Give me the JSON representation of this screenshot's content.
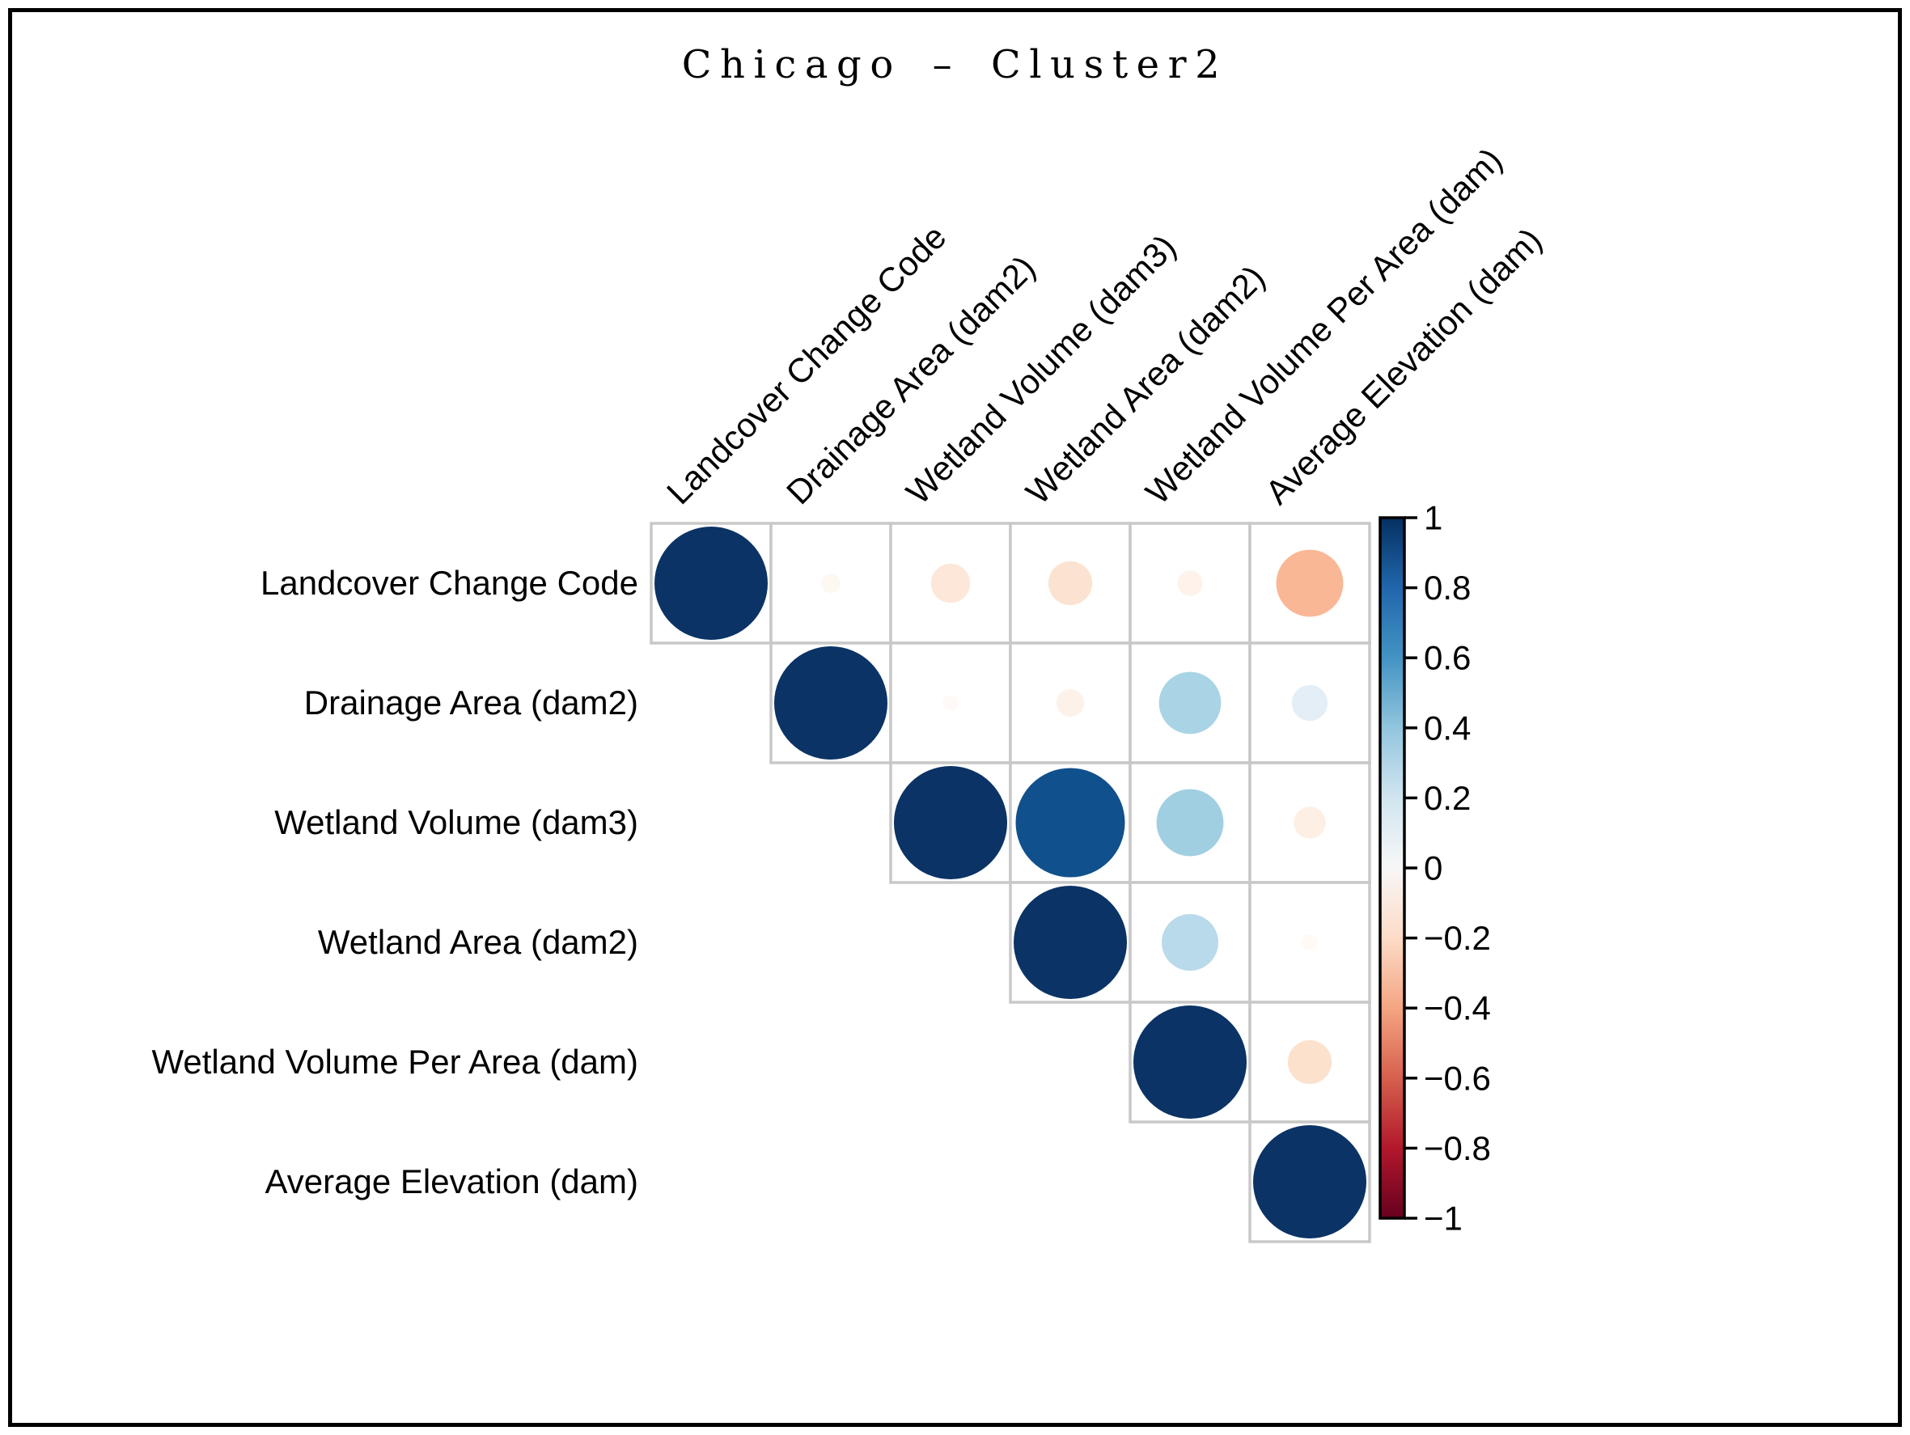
{
  "title": "Chicago – Cluster2",
  "chart_data": {
    "type": "heatmap",
    "subtype": "correlation-matrix-circles",
    "layout_hint": "upper-triangle-with-diagonal, circle size and color encode correlation, colorbar at right",
    "title": "Chicago – Cluster2",
    "categories": [
      "Landcover Change Code",
      "Drainage Area (dam2)",
      "Wetland Volume (dam3)",
      "Wetland Area (dam2)",
      "Wetland Volume Per Area (dam)",
      "Average Elevation (dam)"
    ],
    "matrix_rows_upper_triangle": [
      [
        1.0,
        -0.03,
        -0.12,
        -0.15,
        -0.05,
        -0.35
      ],
      [
        null,
        1.0,
        -0.02,
        -0.06,
        0.3,
        0.1
      ],
      [
        null,
        null,
        1.0,
        0.93,
        0.35,
        -0.08
      ],
      [
        null,
        null,
        null,
        1.0,
        0.25,
        -0.02
      ],
      [
        null,
        null,
        null,
        null,
        1.0,
        -0.15
      ],
      [
        null,
        null,
        null,
        null,
        null,
        1.0
      ]
    ],
    "cells": [
      {
        "row": 0,
        "col": 0,
        "value": 1.0,
        "color": "#0b3365"
      },
      {
        "row": 0,
        "col": 1,
        "value": -0.03,
        "color": "#fef8f3"
      },
      {
        "row": 0,
        "col": 2,
        "value": -0.12,
        "color": "#fde7d8"
      },
      {
        "row": 0,
        "col": 3,
        "value": -0.15,
        "color": "#fce2d0"
      },
      {
        "row": 0,
        "col": 4,
        "value": -0.05,
        "color": "#fef2ea"
      },
      {
        "row": 0,
        "col": 5,
        "value": -0.35,
        "color": "#fab795"
      },
      {
        "row": 1,
        "col": 1,
        "value": 1.0,
        "color": "#0b3365"
      },
      {
        "row": 1,
        "col": 2,
        "value": -0.02,
        "color": "#fffaf7"
      },
      {
        "row": 1,
        "col": 3,
        "value": -0.06,
        "color": "#fdf2ea"
      },
      {
        "row": 1,
        "col": 4,
        "value": 0.3,
        "color": "#a9d4e5"
      },
      {
        "row": 1,
        "col": 5,
        "value": 0.1,
        "color": "#e3eef6"
      },
      {
        "row": 2,
        "col": 2,
        "value": 1.0,
        "color": "#0b3365"
      },
      {
        "row": 2,
        "col": 3,
        "value": 0.93,
        "color": "#10508c"
      },
      {
        "row": 2,
        "col": 4,
        "value": 0.35,
        "color": "#a0cfe2"
      },
      {
        "row": 2,
        "col": 5,
        "value": -0.08,
        "color": "#fdefe4"
      },
      {
        "row": 3,
        "col": 3,
        "value": 1.0,
        "color": "#0b3365"
      },
      {
        "row": 3,
        "col": 4,
        "value": 0.25,
        "color": "#b9daea"
      },
      {
        "row": 3,
        "col": 5,
        "value": -0.02,
        "color": "#fffaf6"
      },
      {
        "row": 4,
        "col": 4,
        "value": 1.0,
        "color": "#0b3365"
      },
      {
        "row": 4,
        "col": 5,
        "value": -0.15,
        "color": "#fce1cd"
      },
      {
        "row": 5,
        "col": 5,
        "value": 1.0,
        "color": "#0b3365"
      }
    ],
    "colorbar": {
      "range": [
        -1,
        1
      ],
      "ticks": [
        {
          "value": 1.0,
          "label": "1"
        },
        {
          "value": 0.8,
          "label": "0.8"
        },
        {
          "value": 0.6,
          "label": "0.6"
        },
        {
          "value": 0.4,
          "label": "0.4"
        },
        {
          "value": 0.2,
          "label": "0.2"
        },
        {
          "value": 0.0,
          "label": "0"
        },
        {
          "value": -0.2,
          "label": "−0.2"
        },
        {
          "value": -0.4,
          "label": "−0.4"
        },
        {
          "value": -0.6,
          "label": "−0.6"
        },
        {
          "value": -0.8,
          "label": "−0.8"
        },
        {
          "value": -1.0,
          "label": "−1"
        }
      ],
      "gradient_top_to_bottom": [
        "#053061",
        "#2166ac",
        "#4393c3",
        "#92c5de",
        "#d1e5f0",
        "#f7f7f7",
        "#fddbc7",
        "#f4a582",
        "#d6604d",
        "#b2182b",
        "#67001f"
      ]
    },
    "colors": {
      "grid_line": "#c8c8c8",
      "frame": "#000000",
      "strong_positive": "#0b3365",
      "strong_negative": "#67001f",
      "background": "#ffffff"
    }
  }
}
